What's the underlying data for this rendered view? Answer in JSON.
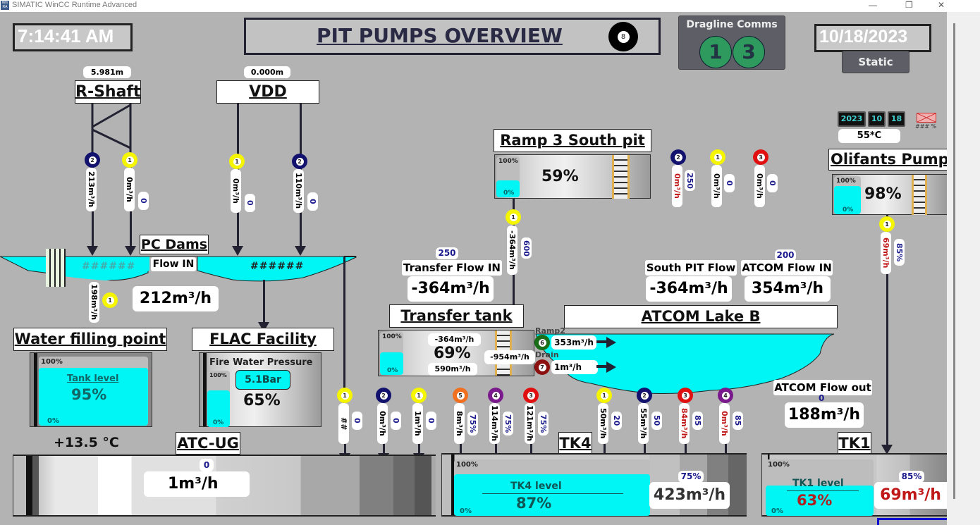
{
  "window": {
    "title": "SIMATIC WinCC Runtime Advanced",
    "app_icon": "wincc-ra-icon",
    "controls": [
      "minimize",
      "maximize",
      "close"
    ]
  },
  "header": {
    "clock": "7:14:41 AM",
    "title": "PIT PUMPS OVERVIEW",
    "screen_number": "8",
    "dragline_comms": {
      "label": "Dragline Comms",
      "units": [
        "1",
        "3"
      ]
    },
    "date": "10/18/2023",
    "mode_button": "Static",
    "date_parts": [
      "2023",
      "10",
      "18"
    ],
    "temperature": "55*C",
    "battery": "### %"
  },
  "colors": {
    "background": "#b3b3b3",
    "water": "#00f5f5",
    "pump_yellow": "#f5f500",
    "pump_navy": "#12126e",
    "pump_red": "#e01010",
    "pump_orange": "#f07020",
    "pump_purple": "#7a1a8c",
    "pump_green": "#1a6e1a",
    "pump_darkred": "#8c1010",
    "comms_green": "#2e9a5e"
  },
  "r_shaft": {
    "label": "R-Shaft",
    "level": "5.981m",
    "pumps": [
      {
        "number": "2",
        "color": "navy",
        "flow": "213m³/h"
      },
      {
        "number": "1",
        "color": "yellow",
        "flow": "0m³/h",
        "setpoint": "0"
      }
    ]
  },
  "vdd": {
    "label": "VDD",
    "level": "0.000m",
    "pumps": [
      {
        "number": "1",
        "color": "yellow",
        "flow": "0m³/h",
        "setpoint": "0"
      },
      {
        "number": "2",
        "color": "navy",
        "flow": "110m³/h",
        "setpoint": "0"
      }
    ]
  },
  "pc_dams": {
    "label": "PC Dams",
    "left_level": "######",
    "right_level": "######",
    "flow_in_label": "Flow IN",
    "flow_in": "212m³/h",
    "outlet_pump": {
      "number": "1",
      "color": "yellow",
      "flow": "198m³/h"
    }
  },
  "water_filling_point": {
    "label": "Water filling point",
    "gauge_label": "Tank level",
    "level_value": "95%",
    "level_fraction": 0.95,
    "scale_max": "100%",
    "scale_min": "0%",
    "temperature": "+13.5 °C"
  },
  "flac_facility": {
    "label": "FLAC Facility",
    "pressure_label": "Fire Water Pressure",
    "pressure": "5.1Bar",
    "level_value": "65%",
    "level_fraction": 0.65,
    "scale_max": "100%",
    "scale_min": "0%"
  },
  "ramp3_south_pit": {
    "label": "Ramp 3 South pit",
    "level_value": "59%",
    "level_fraction": 0.59,
    "scale_max": "100%",
    "scale_min": "0%",
    "pump": {
      "number": "1",
      "color": "yellow",
      "flow": "-364m³/h",
      "setpoint": "600"
    },
    "standby_pumps": [
      {
        "number": "2",
        "color": "navy",
        "flow": "0m³/h",
        "setpoint": "250",
        "flow_color": "red"
      },
      {
        "number": "1",
        "color": "yellow",
        "flow": "0m³/h",
        "setpoint": "0"
      },
      {
        "number": "3",
        "color": "red",
        "flow": "0m³/h",
        "setpoint": "0"
      }
    ]
  },
  "transfer_flow_in": {
    "setpoint": "250",
    "label": "Transfer Flow IN",
    "value": "-364m³/h"
  },
  "south_pit_flow": {
    "label": "South PIT Flow",
    "value": "-364m³/h"
  },
  "atcom_flow_in": {
    "setpoint": "200",
    "label": "ATCOM Flow IN",
    "value": "354m³/h"
  },
  "transfer_tank": {
    "label": "Transfer tank",
    "level_value": "69%",
    "level_fraction": 0.69,
    "scale_max": "100%",
    "scale_min": "0%",
    "flow_in": "-364m³/h",
    "flow_out": "590m³/h",
    "ladder_flow": "-954m³/h",
    "ramp2": {
      "label": "Ramp2",
      "number": "6",
      "flow": "353m³/h"
    },
    "drain": {
      "label": "Drain",
      "number": "7",
      "flow": "1m³/h"
    }
  },
  "atcom_lake_b": {
    "label": "ATCOM Lake B",
    "flow_out_label": "ATCOM Flow out",
    "flow_out_setpoint": "0",
    "flow_out": "188m³/h",
    "pumps": [
      {
        "number": "1",
        "color": "yellow",
        "flow": "50m³/h",
        "setpoint": "20"
      },
      {
        "number": "2",
        "color": "navy",
        "flow": "55m³/h",
        "setpoint": "50"
      },
      {
        "number": "3",
        "color": "red",
        "flow": "84m³/h",
        "setpoint": "85",
        "flow_color": "red"
      },
      {
        "number": "4",
        "color": "purple",
        "flow": "0m³/h",
        "setpoint": "85",
        "flow_color": "red"
      }
    ]
  },
  "transfer_pumps": [
    {
      "number": "1",
      "color": "yellow",
      "flow": "##",
      "setpoint": "0"
    },
    {
      "number": "2",
      "color": "navy",
      "flow": "0m³/h",
      "setpoint": "0"
    },
    {
      "number": "1",
      "color": "yellow",
      "flow": "1m³/h",
      "setpoint": "0"
    },
    {
      "number": "5",
      "color": "orange",
      "flow": "8m³/h",
      "setpoint": "75%"
    },
    {
      "number": "4",
      "color": "purple",
      "flow": "114m³/h",
      "setpoint": "75%"
    },
    {
      "number": "3",
      "color": "red",
      "flow": "121m³/h",
      "setpoint": "75%"
    }
  ],
  "olifants_pump": {
    "label": "Olifants Pump",
    "level_value": "98%",
    "level_fraction": 0.98,
    "scale_max": "100%",
    "scale_min": "0%",
    "pump": {
      "number": "1",
      "color": "yellow",
      "flow": "69m³/h",
      "setpoint": "85%",
      "flow_color": "red"
    }
  },
  "atc_ug": {
    "label": "ATC-UG",
    "setpoint": "0",
    "flow": "1m³/h"
  },
  "tk4": {
    "label": "TK4",
    "gauge_label": "TK4 level",
    "level_value": "87%",
    "level_fraction": 0.87,
    "scale_max": "100%",
    "scale_min": "0%",
    "setpoint": "75%",
    "flow": "423m³/h"
  },
  "tk1": {
    "label": "TK1",
    "gauge_label": "TK1 level",
    "level_value": "63%",
    "level_fraction": 0.63,
    "scale_max": "100%",
    "scale_min": "0%",
    "setpoint": "85%",
    "flow": "69m³/h"
  }
}
